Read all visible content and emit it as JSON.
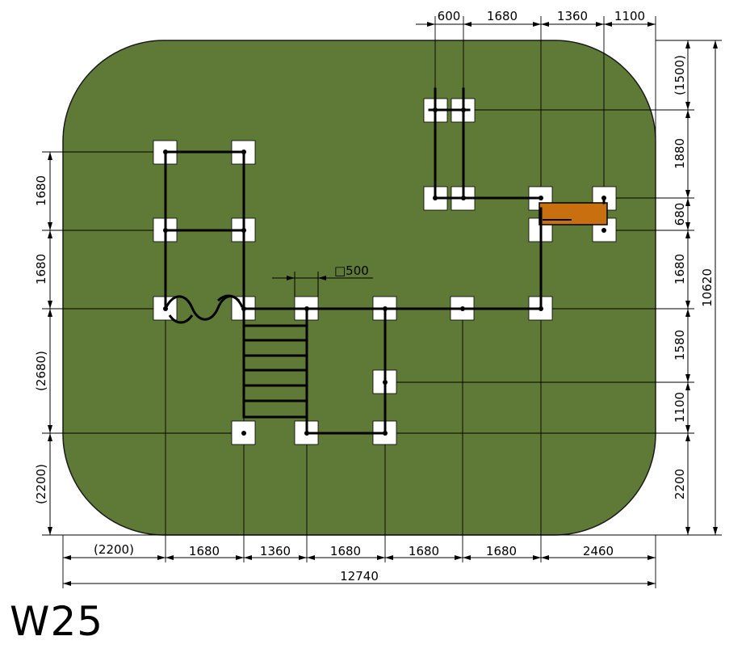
{
  "colors": {
    "surface": "#5f7a36",
    "post": "#ffffff",
    "beam": "#000000",
    "platform": "#c8700f",
    "dimension": "#000000"
  },
  "title": "W25",
  "post_size_label": "□500",
  "dimensions": {
    "top": [
      "600",
      "1680",
      "1360",
      "1100"
    ],
    "bottom": [
      "(2200)",
      "1680",
      "1360",
      "1680",
      "1680",
      "1680",
      "2460"
    ],
    "bottom_total": "12740",
    "left": [
      "1680",
      "1680",
      "(2680)",
      "(2200)"
    ],
    "right": [
      "(1500)",
      "1880",
      "680",
      "1680",
      "1580",
      "1100",
      "2200"
    ],
    "right_total": "10620"
  }
}
